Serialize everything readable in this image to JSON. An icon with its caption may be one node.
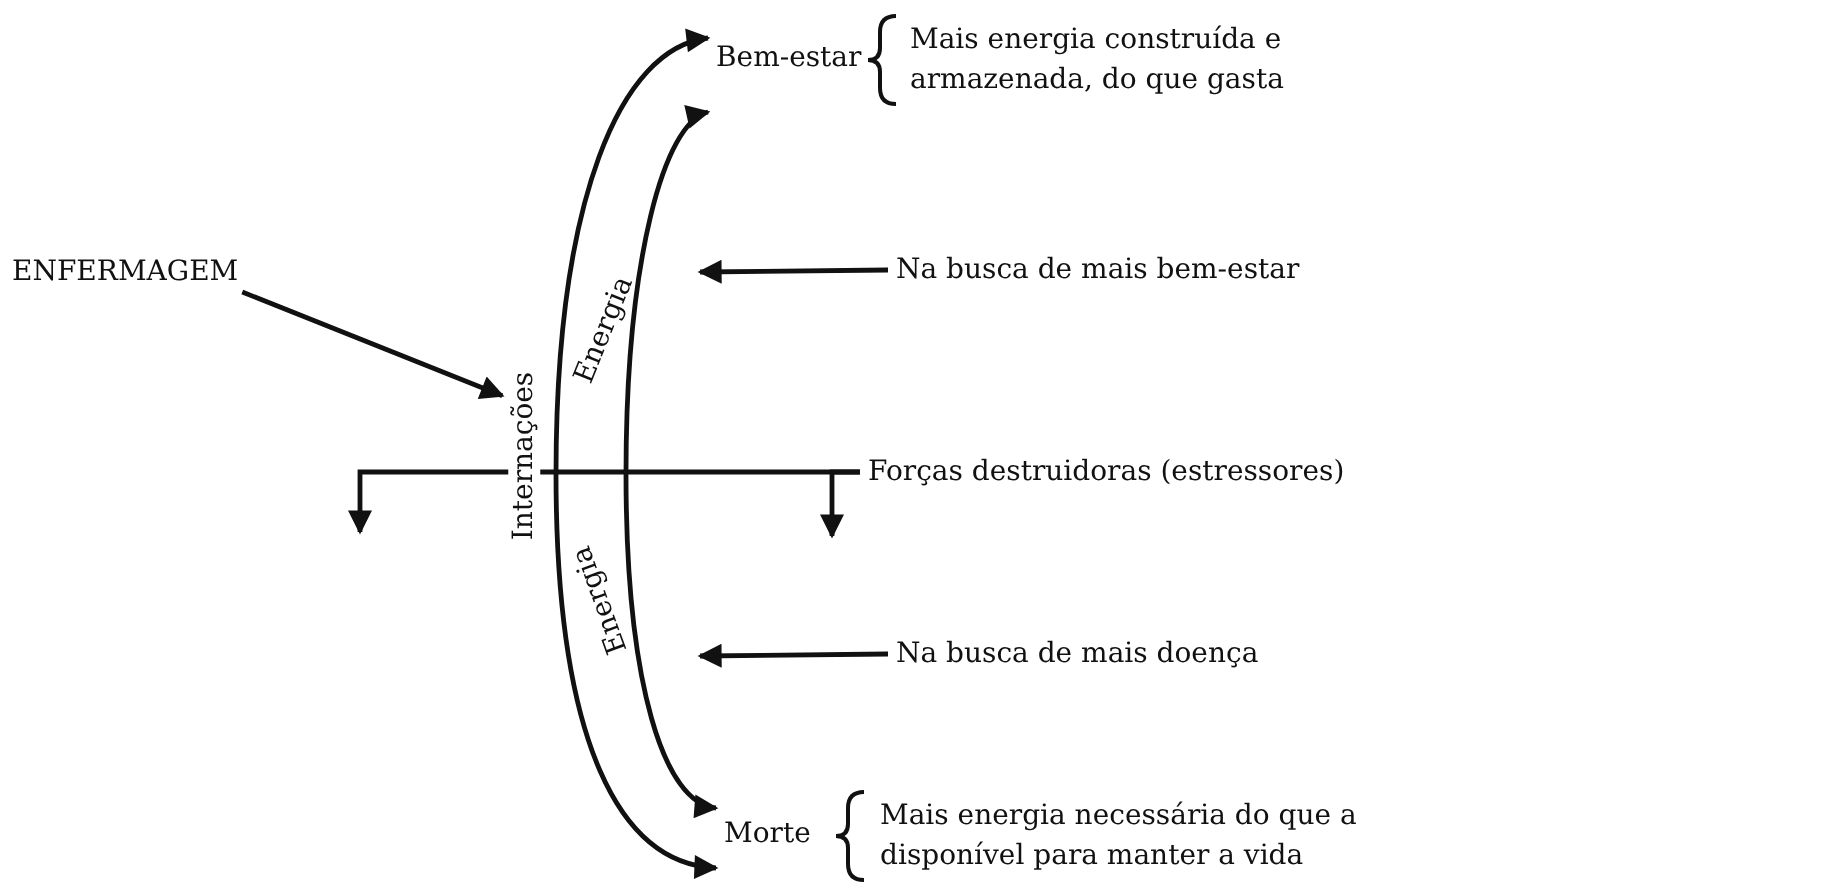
{
  "diagram": {
    "nodes": [
      {
        "text": [
          "Bem-estar"
        ],
        "beside": [
          "Mais energia construída e armazenada, do que gasta"
        ]
      },
      {
        "text": [
          "ENFERMAGEM"
        ]
      },
      {
        "text": [
          "Internações"
        ]
      },
      {
        "text": [
          "Na busca de mais bem-estar"
        ]
      },
      {
        "text": [
          "Forças destruidoras (estressores)"
        ]
      },
      {
        "text": [
          "Na busca de mais doença"
        ]
      },
      {
        "text": [
          "Morte"
        ],
        "beside": [
          "Mais energia necessária do que a disponível para manter a vida"
        ]
      }
    ],
    "edges": [
      {
        "from": 0,
        "to": 6,
        "arrow": "both"
      },
      {
        "from": 0,
        "to": 6,
        "arrow": "both"
      },
      {
        "from": 1,
        "to": 2,
        "arrow": "to"
      },
      {
        "from": 3,
        "to": null,
        "arrow": "to"
      },
      {
        "from": 4,
        "to": null,
        "arrow": "to"
      },
      {
        "from": 4,
        "to": null,
        "arrow": "to"
      },
      {
        "from": 5,
        "to": null,
        "arrow": "to"
      }
    ],
    "labels": [
      "Energia",
      "Energia"
    ]
  }
}
